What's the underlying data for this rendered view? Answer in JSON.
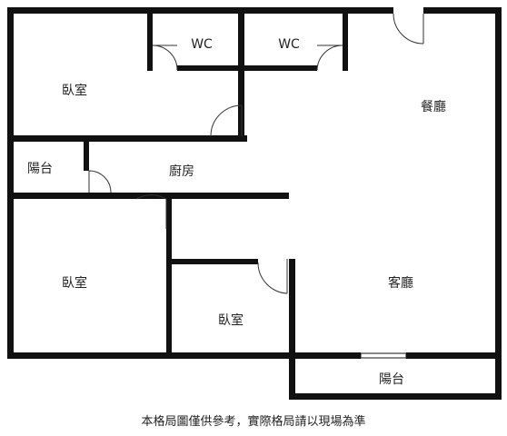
{
  "rooms": {
    "bedroom_top_left": "臥室",
    "wc_left": "WC",
    "wc_right": "WC",
    "dining": "餐廳",
    "balcony_left": "陽台",
    "kitchen": "廚房",
    "bedroom_bottom_left": "臥室",
    "bedroom_middle": "臥室",
    "living": "客廳",
    "balcony_bottom": "陽台"
  },
  "footer": {
    "disclaimer": "本格局圖僅供參考，實際格局請以現場為準"
  }
}
